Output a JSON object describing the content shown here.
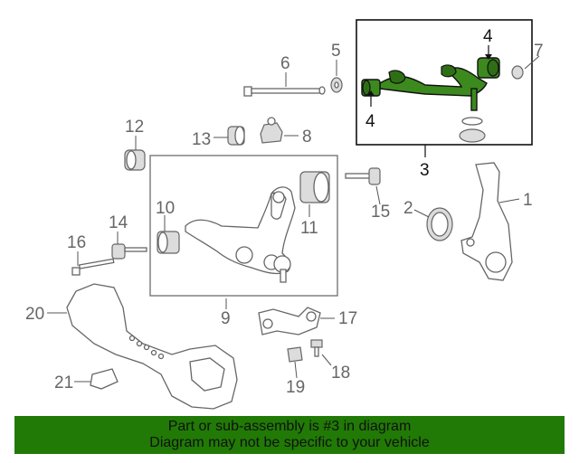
{
  "callouts": {
    "c1": "1",
    "c2": "2",
    "c3": "3",
    "c4a": "4",
    "c4b": "4",
    "c5": "5",
    "c6": "6",
    "c7": "7",
    "c8": "8",
    "c9": "9",
    "c10": "10",
    "c11": "11",
    "c12": "12",
    "c13": "13",
    "c14": "14",
    "c15": "15",
    "c16": "16",
    "c17": "17",
    "c18": "18",
    "c19": "19",
    "c20": "20",
    "c21": "21"
  },
  "banner": {
    "line1": "Part or sub-assembly is #3 in diagram",
    "line2": "Diagram may not be specific to your vehicle",
    "color": "#217a05"
  },
  "colors": {
    "highlight": "#3c8a1e",
    "outline": "#666666"
  }
}
